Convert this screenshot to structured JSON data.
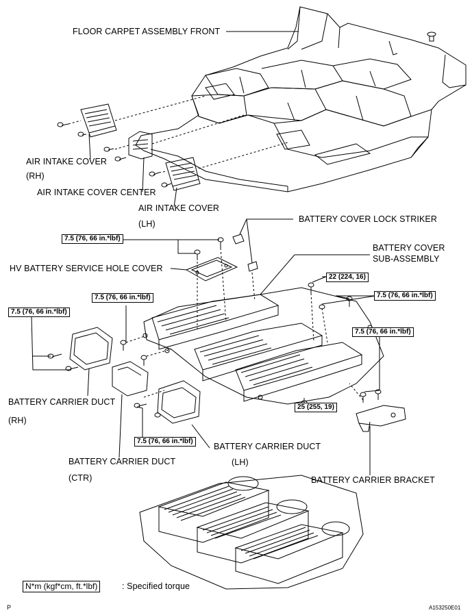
{
  "labels": {
    "floor_carpet": "FLOOR CARPET ASSEMBLY FRONT",
    "air_intake_rh": "AIR INTAKE COVER",
    "air_intake_rh_side": "(RH)",
    "air_intake_center": "AIR INTAKE COVER CENTER",
    "air_intake_lh": "AIR INTAKE COVER",
    "air_intake_lh_side": "(LH)",
    "lock_striker": "BATTERY COVER LOCK STRIKER",
    "battery_cover_1": "BATTERY COVER",
    "battery_cover_2": "SUB-ASSEMBLY",
    "service_hole": "HV BATTERY SERVICE HOLE COVER",
    "duct_rh": "BATTERY CARRIER DUCT",
    "duct_rh_side": "(RH)",
    "duct_ctr": "BATTERY CARRIER DUCT",
    "duct_ctr_side": "(CTR)",
    "duct_lh": "BATTERY CARRIER DUCT",
    "duct_lh_side": "(LH)",
    "bracket": "BATTERY CARRIER BRACKET"
  },
  "torques": {
    "t1": "7.5 (76, 66 in.*lbf)",
    "t2": "7.5 (76, 66 in.*lbf)",
    "t3": "7.5 (76, 66 in.*lbf)",
    "t4": "7.5 (76, 66 in.*lbf)",
    "t5": "7.5 (76, 66 in.*lbf)",
    "t6": "7.5 (76, 66 in.*lbf)",
    "t22": "22 (224, 16)",
    "t25": "25 (255, 19)"
  },
  "legend": {
    "unit": "N*m (kgf*cm, ft.*lbf)",
    "text": ": Specified torque"
  },
  "footer": {
    "page_letter": "P",
    "figure_id": "A153250E01"
  }
}
